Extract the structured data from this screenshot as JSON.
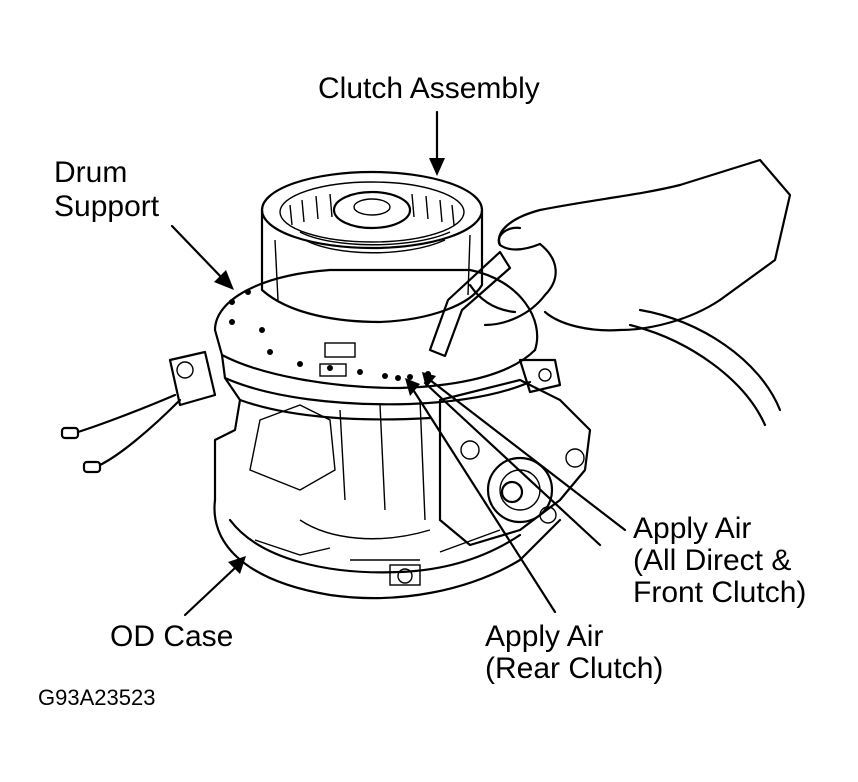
{
  "labels": {
    "clutch_assembly": "Clutch Assembly",
    "drum_support_1": "Drum",
    "drum_support_2": "Support",
    "apply_air_direct_1": "Apply Air",
    "apply_air_direct_2": "(All Direct &",
    "apply_air_direct_3": "Front Clutch)",
    "apply_air_rear_1": "Apply Air",
    "apply_air_rear_2": "(Rear Clutch)",
    "od_case": "OD Case"
  },
  "figure_code": "G93A23523"
}
